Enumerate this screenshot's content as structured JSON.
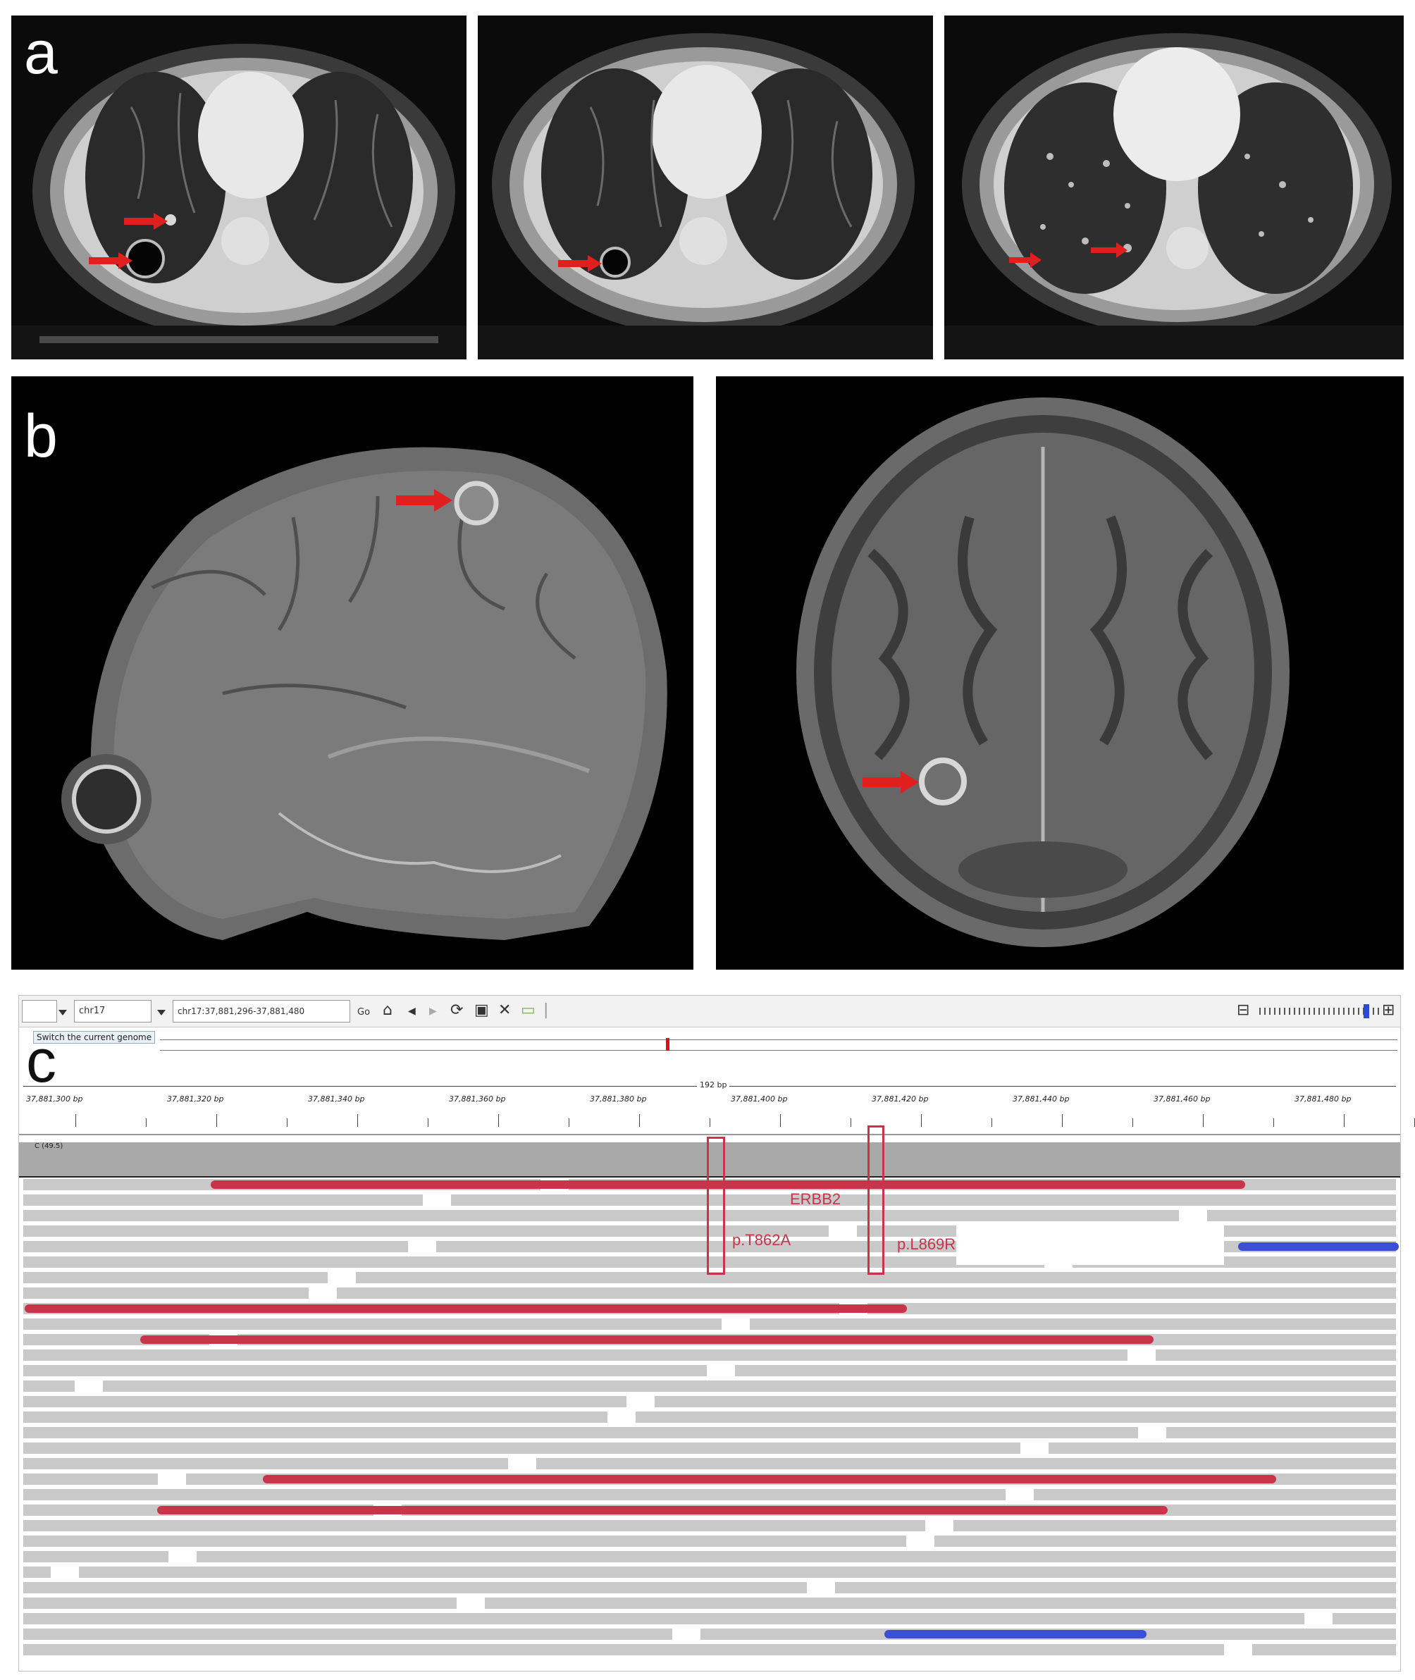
{
  "panels": {
    "a": {
      "label": "a"
    },
    "b": {
      "label": "b"
    },
    "c": {
      "label": "c"
    }
  },
  "igv": {
    "genome_box": "",
    "chromosome": "chr17",
    "locus": "chr17:37,881,296-37,881,480",
    "go_label": "Go",
    "tooltip": "Switch the current genome",
    "span_label": "192 bp",
    "ruler_ticks": [
      "37,881,300 bp",
      "37,881,320 bp",
      "37,881,340 bp",
      "37,881,360 bp",
      "37,881,380 bp",
      "37,881,400 bp",
      "37,881,420 bp",
      "37,881,440 bp",
      "37,881,460 bp",
      "37,881,480 bp"
    ],
    "coverage_label": "C (49.5)",
    "gene_label": "ERBB2",
    "variant_1": "p.T862A",
    "variant_2": "p.L869R",
    "toolbar_icons": [
      "home-icon",
      "back-icon",
      "forward-icon",
      "refresh-icon",
      "region-icon",
      "close-icon",
      "popup-icon"
    ]
  },
  "colors": {
    "arrow": "#e0201f",
    "read": "#c9c9c9",
    "read_red": "#c8344a",
    "read_blue": "#3a4fd6",
    "annotation": "#c8344a"
  }
}
